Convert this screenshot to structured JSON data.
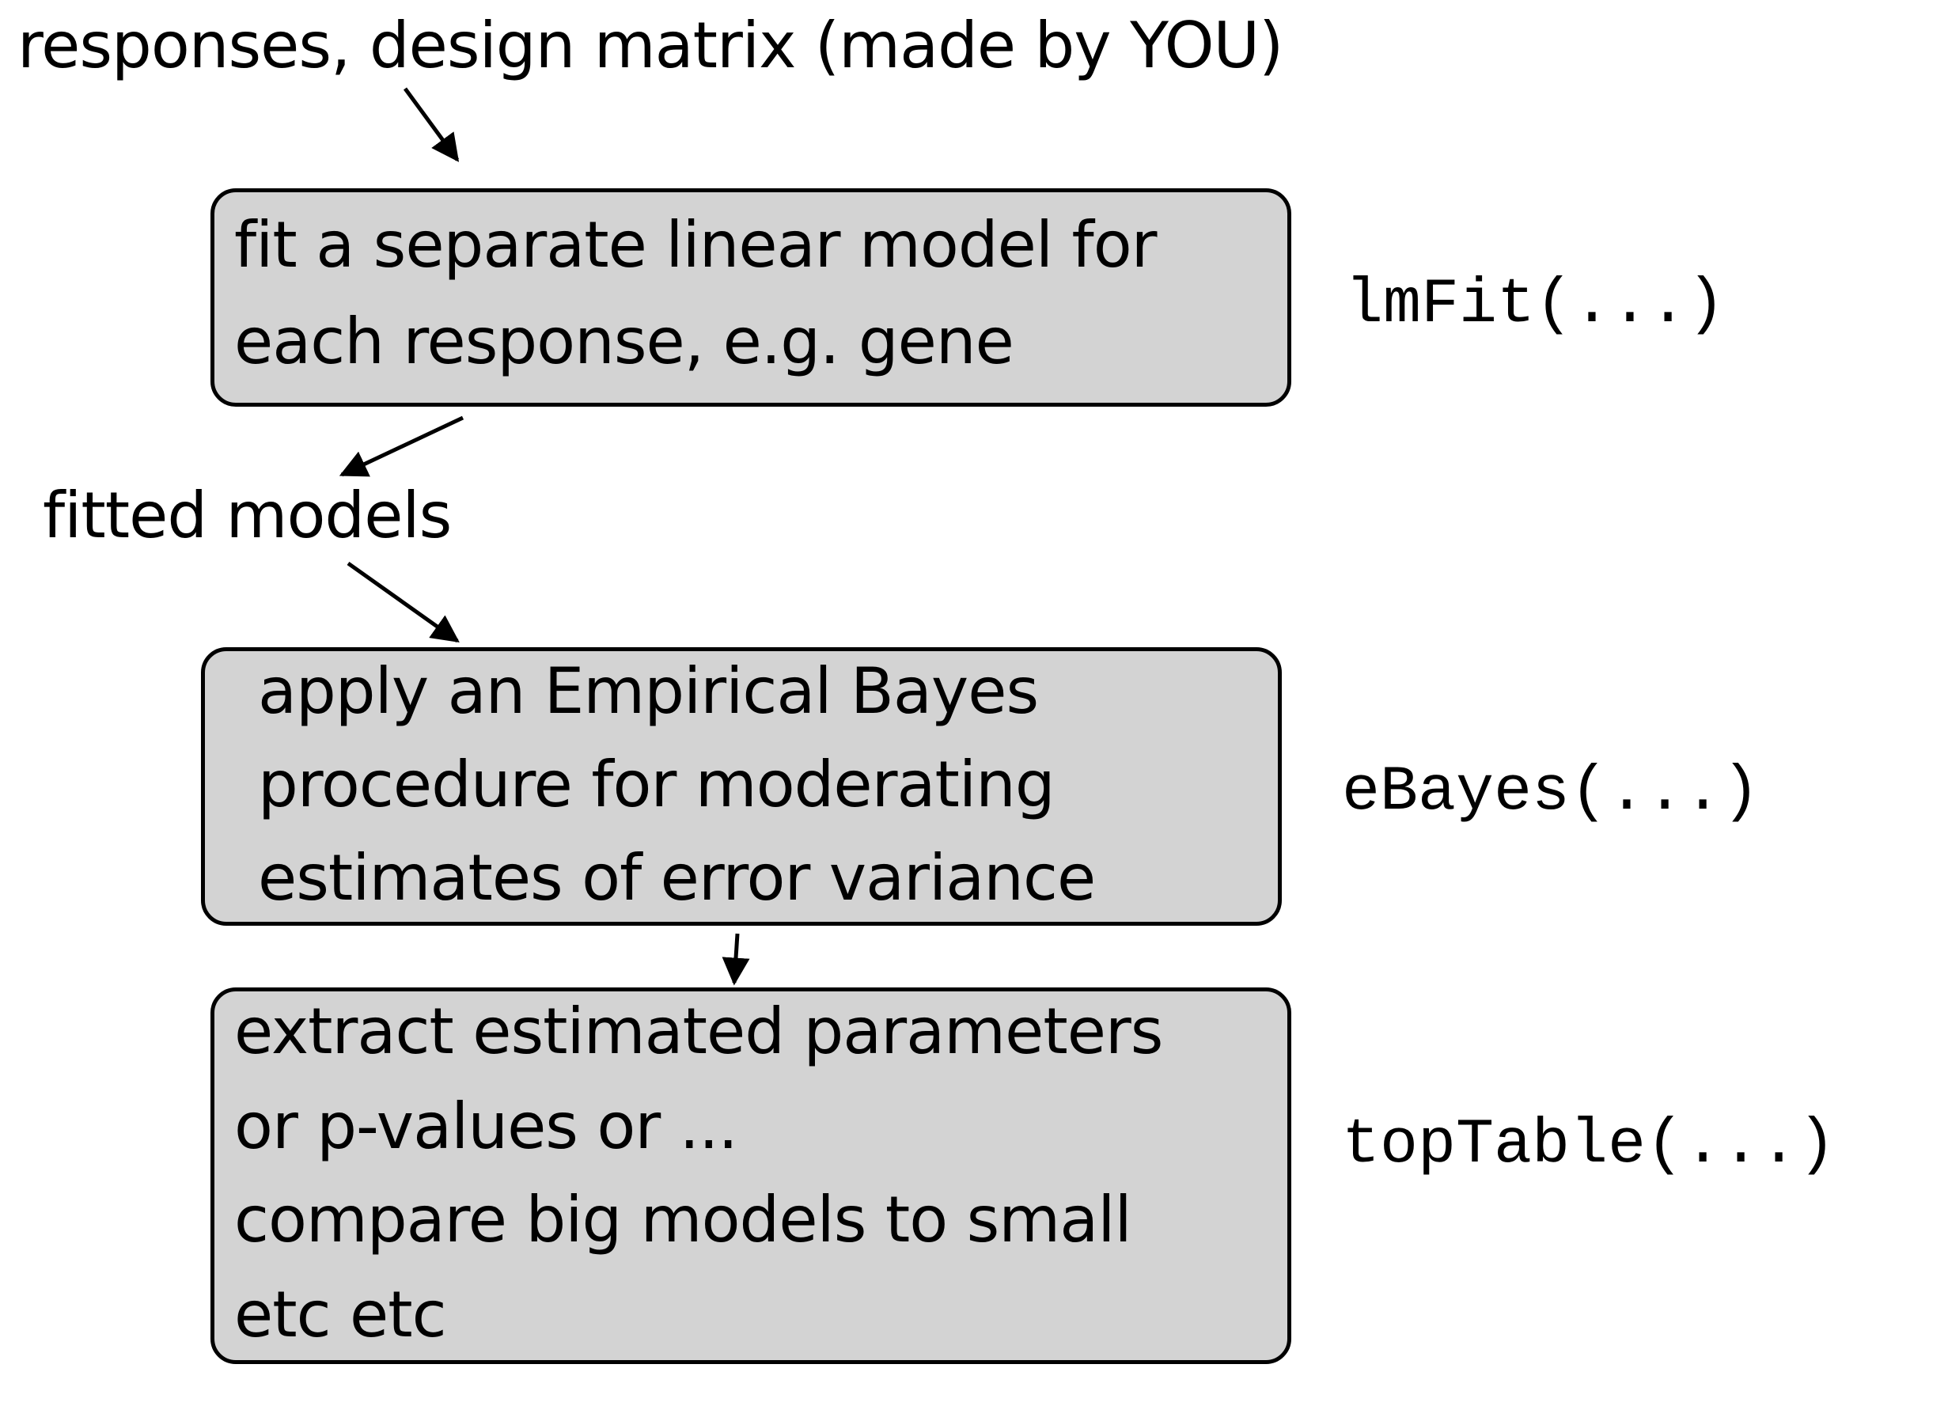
{
  "input_label": "responses, design matrix (made by YOU)",
  "intermediate_label": "fitted models",
  "steps": [
    {
      "lines": [
        "fit a separate linear model for",
        "each response, e.g. gene"
      ],
      "function": "lmFit(...)"
    },
    {
      "lines": [
        "apply an Empirical Bayes",
        "procedure for moderating",
        "estimates of error variance"
      ],
      "function": "eBayes(...)"
    },
    {
      "lines": [
        "extract estimated parameters",
        "or p-values or ...",
        "compare big models to small",
        "etc etc"
      ],
      "function": "topTable(...)"
    }
  ],
  "colors": {
    "box_fill": "#d3d3d3",
    "stroke": "#000000",
    "text": "#000000"
  }
}
